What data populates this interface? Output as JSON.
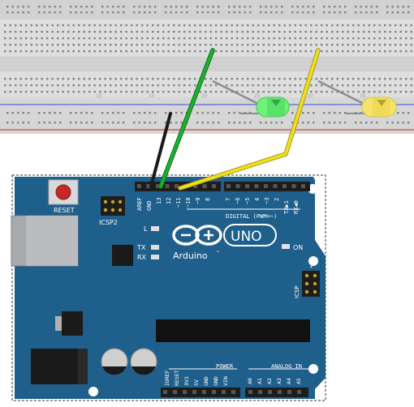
{
  "breadboard": {
    "column_numbers": [
      "10",
      "15",
      "20",
      "25",
      "30",
      "35"
    ],
    "rail_colors": {
      "negative": "#2f4fd0",
      "positive": "#d02020"
    }
  },
  "leds": [
    {
      "name": "green-led",
      "color": "#6df27a"
    },
    {
      "name": "yellow-led",
      "color": "#f5e46a"
    }
  ],
  "wires": [
    {
      "name": "gnd-wire",
      "color": "#1a1a1a"
    },
    {
      "name": "pin-13-wire",
      "color": "#1fb030"
    },
    {
      "name": "pin-11-wire",
      "color": "#f0e020"
    }
  ],
  "arduino": {
    "reset_label": "RESET",
    "icsp2_label": "ICSP2",
    "aref_label": "AREF",
    "gnd_label": "GND",
    "digital_pin_labels": [
      "13",
      "12",
      "~11",
      "~10",
      "~9",
      "8",
      "7",
      "~6",
      "~5",
      "4",
      "~3",
      "2",
      "TX▶1",
      "RX◀0"
    ],
    "digital_header_label": "DIGITAL (PWM=~)",
    "l_label": "L",
    "tx_label": "TX",
    "rx_label": "RX",
    "on_label": "ON",
    "uno_label": "UNO",
    "brand_label": "Arduino",
    "trademark": "™",
    "icsp_label": "ICSP",
    "icsp_pin_one": "1",
    "power_pin_labels": [
      "IOREF",
      "RESET",
      "3V3",
      "5V",
      "GND",
      "GND",
      "VIN"
    ],
    "power_header_label": "POWER",
    "analog_pin_labels": [
      "A0",
      "A1",
      "A2",
      "A3",
      "A4",
      "A5"
    ],
    "analog_header_label": "ANALOG IN",
    "board_color": "#1f5f8b"
  }
}
